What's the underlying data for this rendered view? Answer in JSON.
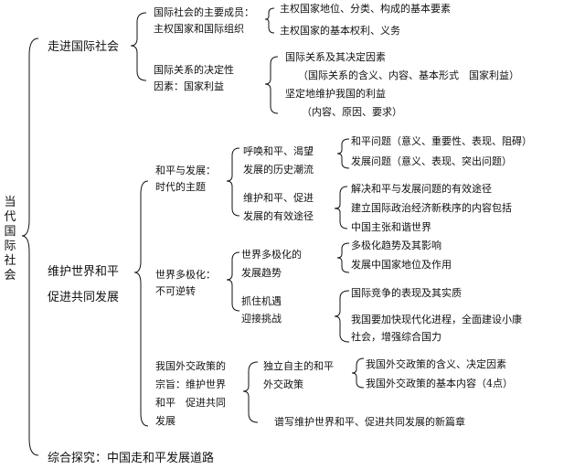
{
  "root": "当代国际社会",
  "sections": {
    "s1": {
      "title": "走进国际社会",
      "a": {
        "label": "国际社会的主要成员：",
        "label2": "主权国家和国际组织",
        "items": [
          "主权国家地位、分类、构成的基本要素",
          "主权国家的基本权利、义务"
        ]
      },
      "b": {
        "label": "国际关系的决定性",
        "label2": "因素：国家利益",
        "items": [
          "国际关系及其决定因素",
          "（国际关系的含义、内容、基本形式　国家利益）",
          "坚定地维护我国的利益",
          "（内容、原因、要求）"
        ]
      }
    },
    "s2": {
      "title": "维护世界和平",
      "title2": "促进共同发展",
      "peace": {
        "label": "和平与发展：",
        "label2": "时代的主题",
        "call": {
          "label": "呼唤和平、渴望",
          "label2": "发展的历史潮流",
          "items": [
            "和平问题（意义、重要性、表现、阻碍）",
            "发展问题（意义、表现、突出问题）"
          ]
        },
        "maintain": {
          "label": "维护和平、促进",
          "label2": "发展的有效途径",
          "items": [
            "解决和平与发展问题的有效途径",
            "建立国际政治经济新秩序的内容包括",
            "中国主张和谐世界"
          ]
        }
      },
      "multi": {
        "label": "世界多极化：",
        "label2": "不可逆转",
        "trend": {
          "label": "世界多极化的",
          "label2": "发展趋势",
          "items": [
            "多极化趋势及其影响",
            "发展中国家地位及作用"
          ]
        },
        "seize": {
          "label": "抓住机遇",
          "label2": "迎接挑战",
          "items": [
            "国际竞争的表现及其实质",
            "我国要加快现代化进程，全面建设小康",
            "社会，增强综合国力"
          ]
        }
      },
      "policy": {
        "label": "我国外交政策的",
        "label2": "宗旨：维护世界",
        "label3": "和平　促进共同",
        "label4": "发展",
        "indep": {
          "label": "独立自主的和平",
          "label2": "外交政策",
          "items": [
            "我国外交政策的含义、决定因素",
            "我国外交政策的基本内容（4点）"
          ]
        },
        "chapter": "谱写维护世界和平、促进共同发展的新篇章"
      }
    },
    "s3": {
      "title": "综合探究：中国走和平发展道路"
    }
  }
}
